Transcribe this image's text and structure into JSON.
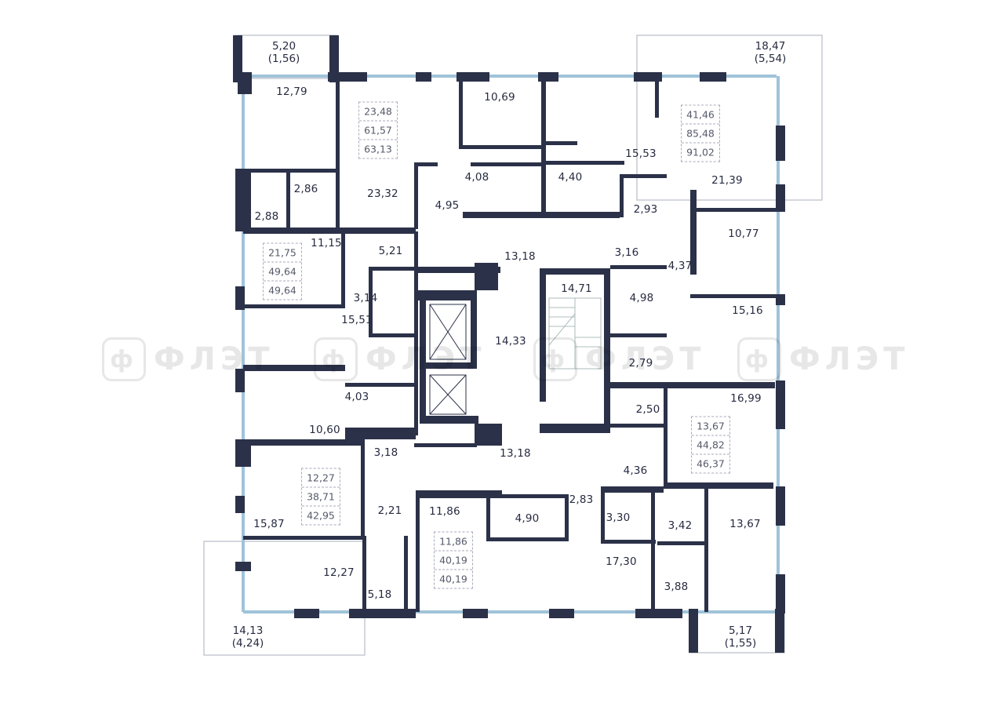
{
  "watermark": {
    "logo_text": "ФЛЭТ",
    "icon": "flat-logo-icon"
  },
  "colors": {
    "wall": "#2b3148",
    "window": "#9fc3da",
    "text": "#262b40"
  },
  "balconies": [
    {
      "area": "5,20",
      "reduced": "(1,56)"
    },
    {
      "area": "18,47",
      "reduced": "(5,54)"
    },
    {
      "area": "14,13",
      "reduced": "(4,24)"
    },
    {
      "area": "5,17",
      "reduced": "(1,55)"
    }
  ],
  "apartment_summaries": [
    {
      "living": "23,48",
      "total": "61,57",
      "total_with_balcony": "63,13"
    },
    {
      "living": "41,46",
      "total": "85,48",
      "total_with_balcony": "91,02"
    },
    {
      "living": "21,75",
      "total": "49,64",
      "total_with_balcony": "49,64"
    },
    {
      "living": "13,67",
      "total": "44,82",
      "total_with_balcony": "46,37"
    },
    {
      "living": "12,27",
      "total": "38,71",
      "total_with_balcony": "42,95"
    },
    {
      "living": "11,86",
      "total": "40,19",
      "total_with_balcony": "40,19"
    }
  ],
  "rooms": [
    "12,79",
    "10,69",
    "15,53",
    "21,39",
    "2,86",
    "23,32",
    "4,08",
    "4,40",
    "4,95",
    "2,88",
    "2,93",
    "10,77",
    "11,15",
    "5,21",
    "13,18",
    "3,16",
    "4,37",
    "14,71",
    "4,98",
    "3,14",
    "15,51",
    "15,16",
    "14,33",
    "2,79",
    "4,03",
    "16,99",
    "2,50",
    "10,60",
    "3,18",
    "13,18",
    "4,36",
    "2,21",
    "11,86",
    "4,90",
    "2,83",
    "3,30",
    "3,42",
    "13,67",
    "15,87",
    "17,30",
    "12,27",
    "5,18",
    "3,88"
  ]
}
